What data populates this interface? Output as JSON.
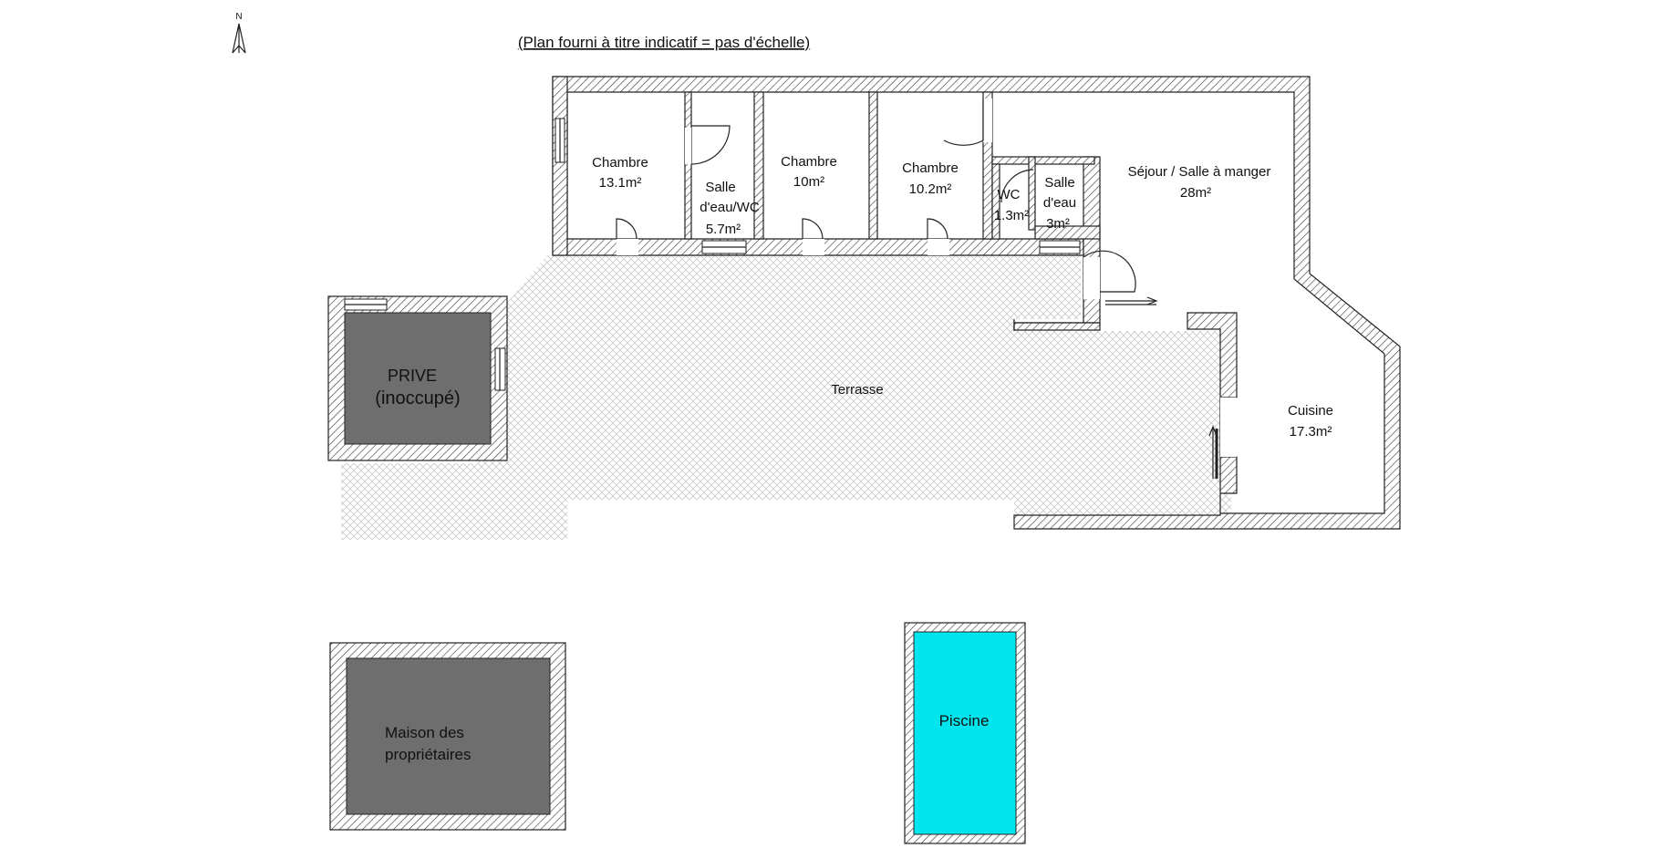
{
  "note": "(Plan fourni à titre indicatif = pas d'échelle)",
  "north_label": "N",
  "rooms": {
    "chambre1": {
      "name": "Chambre",
      "area": "13.1m²"
    },
    "salle_eau_wc": {
      "name1": "Salle",
      "name2": "d'eau/WC",
      "area": "5.7m²"
    },
    "chambre2": {
      "name": "Chambre",
      "area": "10m²"
    },
    "chambre3": {
      "name": "Chambre",
      "area": "10.2m²"
    },
    "wc": {
      "name": "WC",
      "area": "1.3m²"
    },
    "salle_eau": {
      "name1": "Salle",
      "name2": "d'eau",
      "area": "3m²"
    },
    "sejour": {
      "name": "Séjour / Salle à manger",
      "area": "28m²"
    },
    "cuisine": {
      "name": "Cuisine",
      "area": "17.3m²"
    },
    "terrasse": {
      "name": "Terrasse"
    },
    "prive": {
      "name1": "PRIVE",
      "name2": "(inoccupé)"
    },
    "maison": {
      "name1": "Maison des",
      "name2": "propriétaires"
    },
    "piscine": {
      "name": "Piscine"
    }
  },
  "colors": {
    "prive_fill": "#6e6e6e",
    "maison_fill": "#6e6e6e",
    "piscine_fill": "#00e5ee",
    "terrace_pattern": "#c8c8c8",
    "wall_hatch": "#333333"
  }
}
